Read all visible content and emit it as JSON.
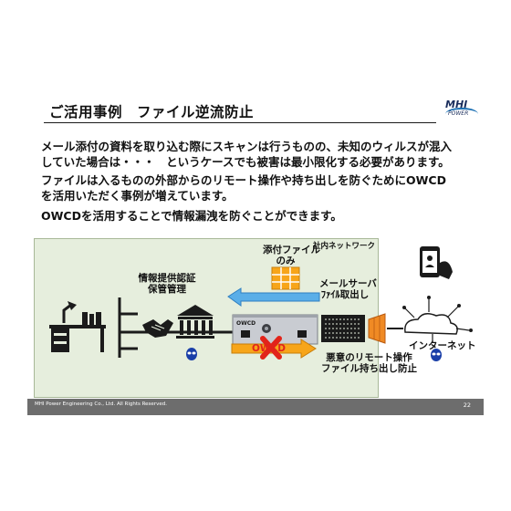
{
  "slide": {
    "title": "ご活用事例　ファイル逆流防止",
    "logo": {
      "main": "MHI",
      "sub": "POWER"
    },
    "paragraphs": [
      {
        "lines": [
          "メール添付の資料を取り込む際にスキャンは行うものの、未知のウィルスが混入",
          "していた場合は・・・　というケースでも被害は最小限化する必要があります。"
        ]
      },
      {
        "lines": [
          "ファイルは入るものの外部からのリモート操作や持ち出しを防ぐためにOWCD",
          "を活用いただく事例が増えています。"
        ]
      },
      {
        "lines": [
          "OWCDを活用することで情報漏洩を防ぐことができます。"
        ]
      }
    ],
    "footer": "MHI Power Engineering Co., Ltd. All Rights Reserved.",
    "page_number": "22"
  },
  "diagram": {
    "internal_network": "社内ネットワーク",
    "attachment_only": [
      "添付ファイル",
      "のみ"
    ],
    "storage": [
      "情報提供認証",
      "保管管理"
    ],
    "mail_server": [
      "メールサーバ",
      "ﾌｧｲﾙ取出し"
    ],
    "internet": "インターネット",
    "device_label": "OWCD",
    "blocked_label": "OWCD",
    "threat": [
      "悪意のリモート操作",
      "ファイル持ち出し防止"
    ]
  }
}
